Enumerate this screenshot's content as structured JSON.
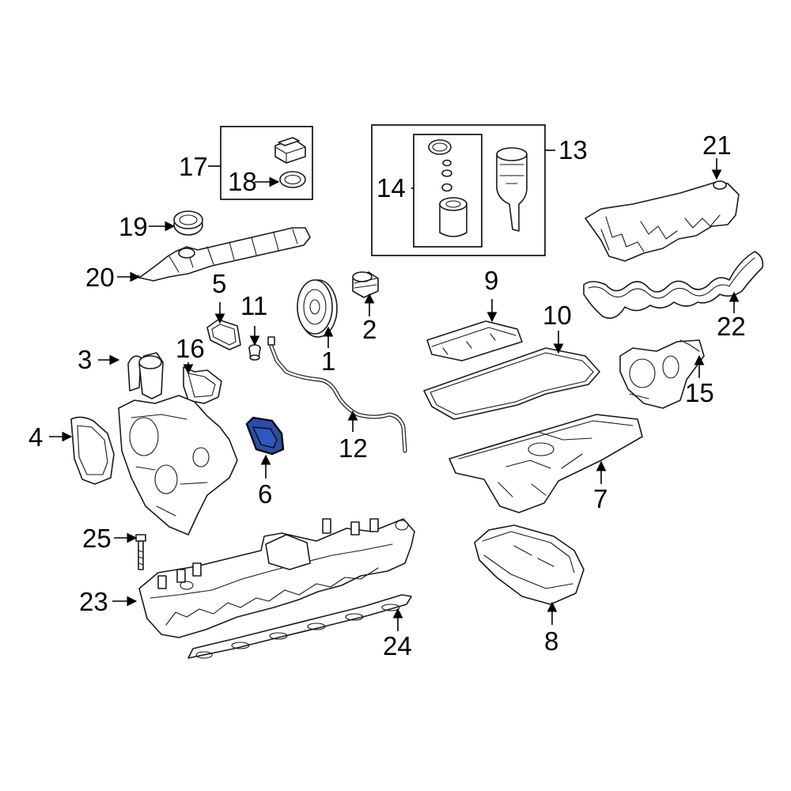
{
  "callouts": [
    "1",
    "2",
    "3",
    "4",
    "5",
    "6",
    "7",
    "8",
    "9",
    "10",
    "11",
    "12",
    "13",
    "14",
    "15",
    "16",
    "17",
    "18",
    "19",
    "20",
    "21",
    "22",
    "23",
    "24",
    "25"
  ],
  "highlighted_callout": "6",
  "highlight_color": "#2b4fa8"
}
